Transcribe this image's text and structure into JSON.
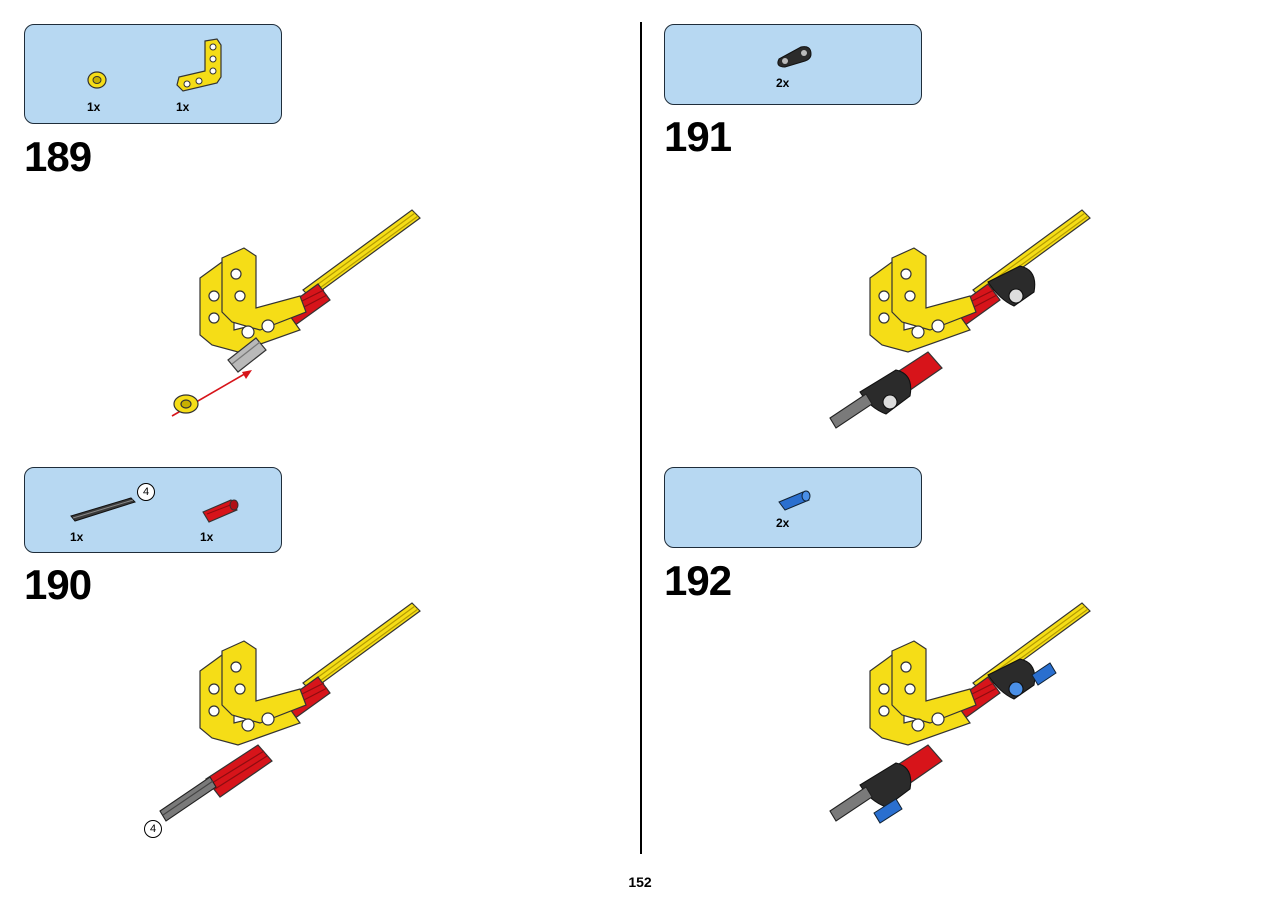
{
  "page": {
    "number": "152"
  },
  "steps": [
    {
      "number": "189",
      "parts": [
        {
          "icon": "yellow-bush-icon",
          "qty": "1x"
        },
        {
          "icon": "yellow-angle-beam-icon",
          "qty": "1x"
        }
      ]
    },
    {
      "number": "190",
      "parts": [
        {
          "icon": "black-axle-4-icon",
          "qty": "1x",
          "length": "4"
        },
        {
          "icon": "red-axle-connector-icon",
          "qty": "1x"
        }
      ],
      "assembly_length": "4"
    },
    {
      "number": "191",
      "parts": [
        {
          "icon": "black-cross-block-icon",
          "qty": "2x"
        }
      ]
    },
    {
      "number": "192",
      "parts": [
        {
          "icon": "blue-pin-icon",
          "qty": "2x"
        }
      ]
    }
  ],
  "colors": {
    "callout_bg": "#b7d8f2",
    "yellow": "#f5dd17",
    "red": "#d7141a",
    "black": "#2b2b2b",
    "blue": "#2a6fcf"
  }
}
